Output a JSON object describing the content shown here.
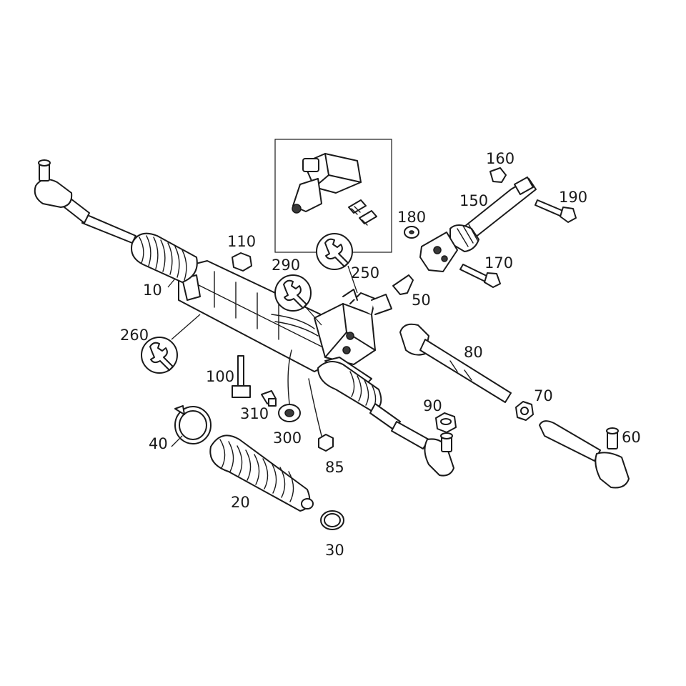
{
  "callouts": [
    {
      "id": "10",
      "text": "10"
    },
    {
      "id": "20",
      "text": "20"
    },
    {
      "id": "30",
      "text": "30"
    },
    {
      "id": "40",
      "text": "40"
    },
    {
      "id": "50",
      "text": "50"
    },
    {
      "id": "60",
      "text": "60"
    },
    {
      "id": "70",
      "text": "70"
    },
    {
      "id": "80",
      "text": "80"
    },
    {
      "id": "85",
      "text": "85"
    },
    {
      "id": "90",
      "text": "90"
    },
    {
      "id": "100",
      "text": "100"
    },
    {
      "id": "110",
      "text": "110"
    },
    {
      "id": "150",
      "text": "150"
    },
    {
      "id": "160",
      "text": "160"
    },
    {
      "id": "170",
      "text": "170"
    },
    {
      "id": "180",
      "text": "180"
    },
    {
      "id": "190",
      "text": "190"
    },
    {
      "id": "250",
      "text": "250"
    },
    {
      "id": "260",
      "text": "260"
    },
    {
      "id": "290",
      "text": "290"
    },
    {
      "id": "300",
      "text": "300"
    },
    {
      "id": "310",
      "text": "310"
    }
  ],
  "tool_symbols": [
    "wrench-icon",
    "wrench-icon",
    "wrench-icon"
  ],
  "colors": {
    "line": "#1a1a1a",
    "background": "#ffffff"
  }
}
